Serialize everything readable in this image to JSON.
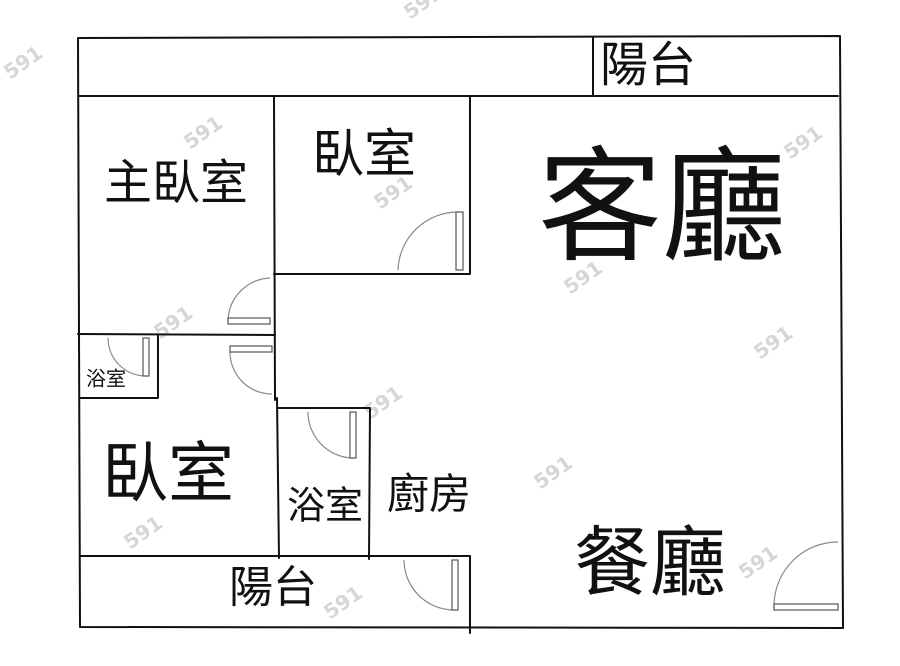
{
  "floorplan": {
    "rooms": {
      "balcony_top": "陽台",
      "master_bedroom": "主臥室",
      "bedroom_top": "臥室",
      "living_room": "客廳",
      "bathroom_small": "浴室",
      "bedroom_bottom": "臥室",
      "bathroom_middle": "浴室",
      "kitchen": "廚房",
      "dining_room": "餐廳",
      "balcony_bottom": "陽台"
    },
    "watermark": "591"
  },
  "colors": {
    "wall": "#111111",
    "door_arc": "#888888",
    "watermark": "#d6d6d6",
    "background": "#ffffff"
  }
}
